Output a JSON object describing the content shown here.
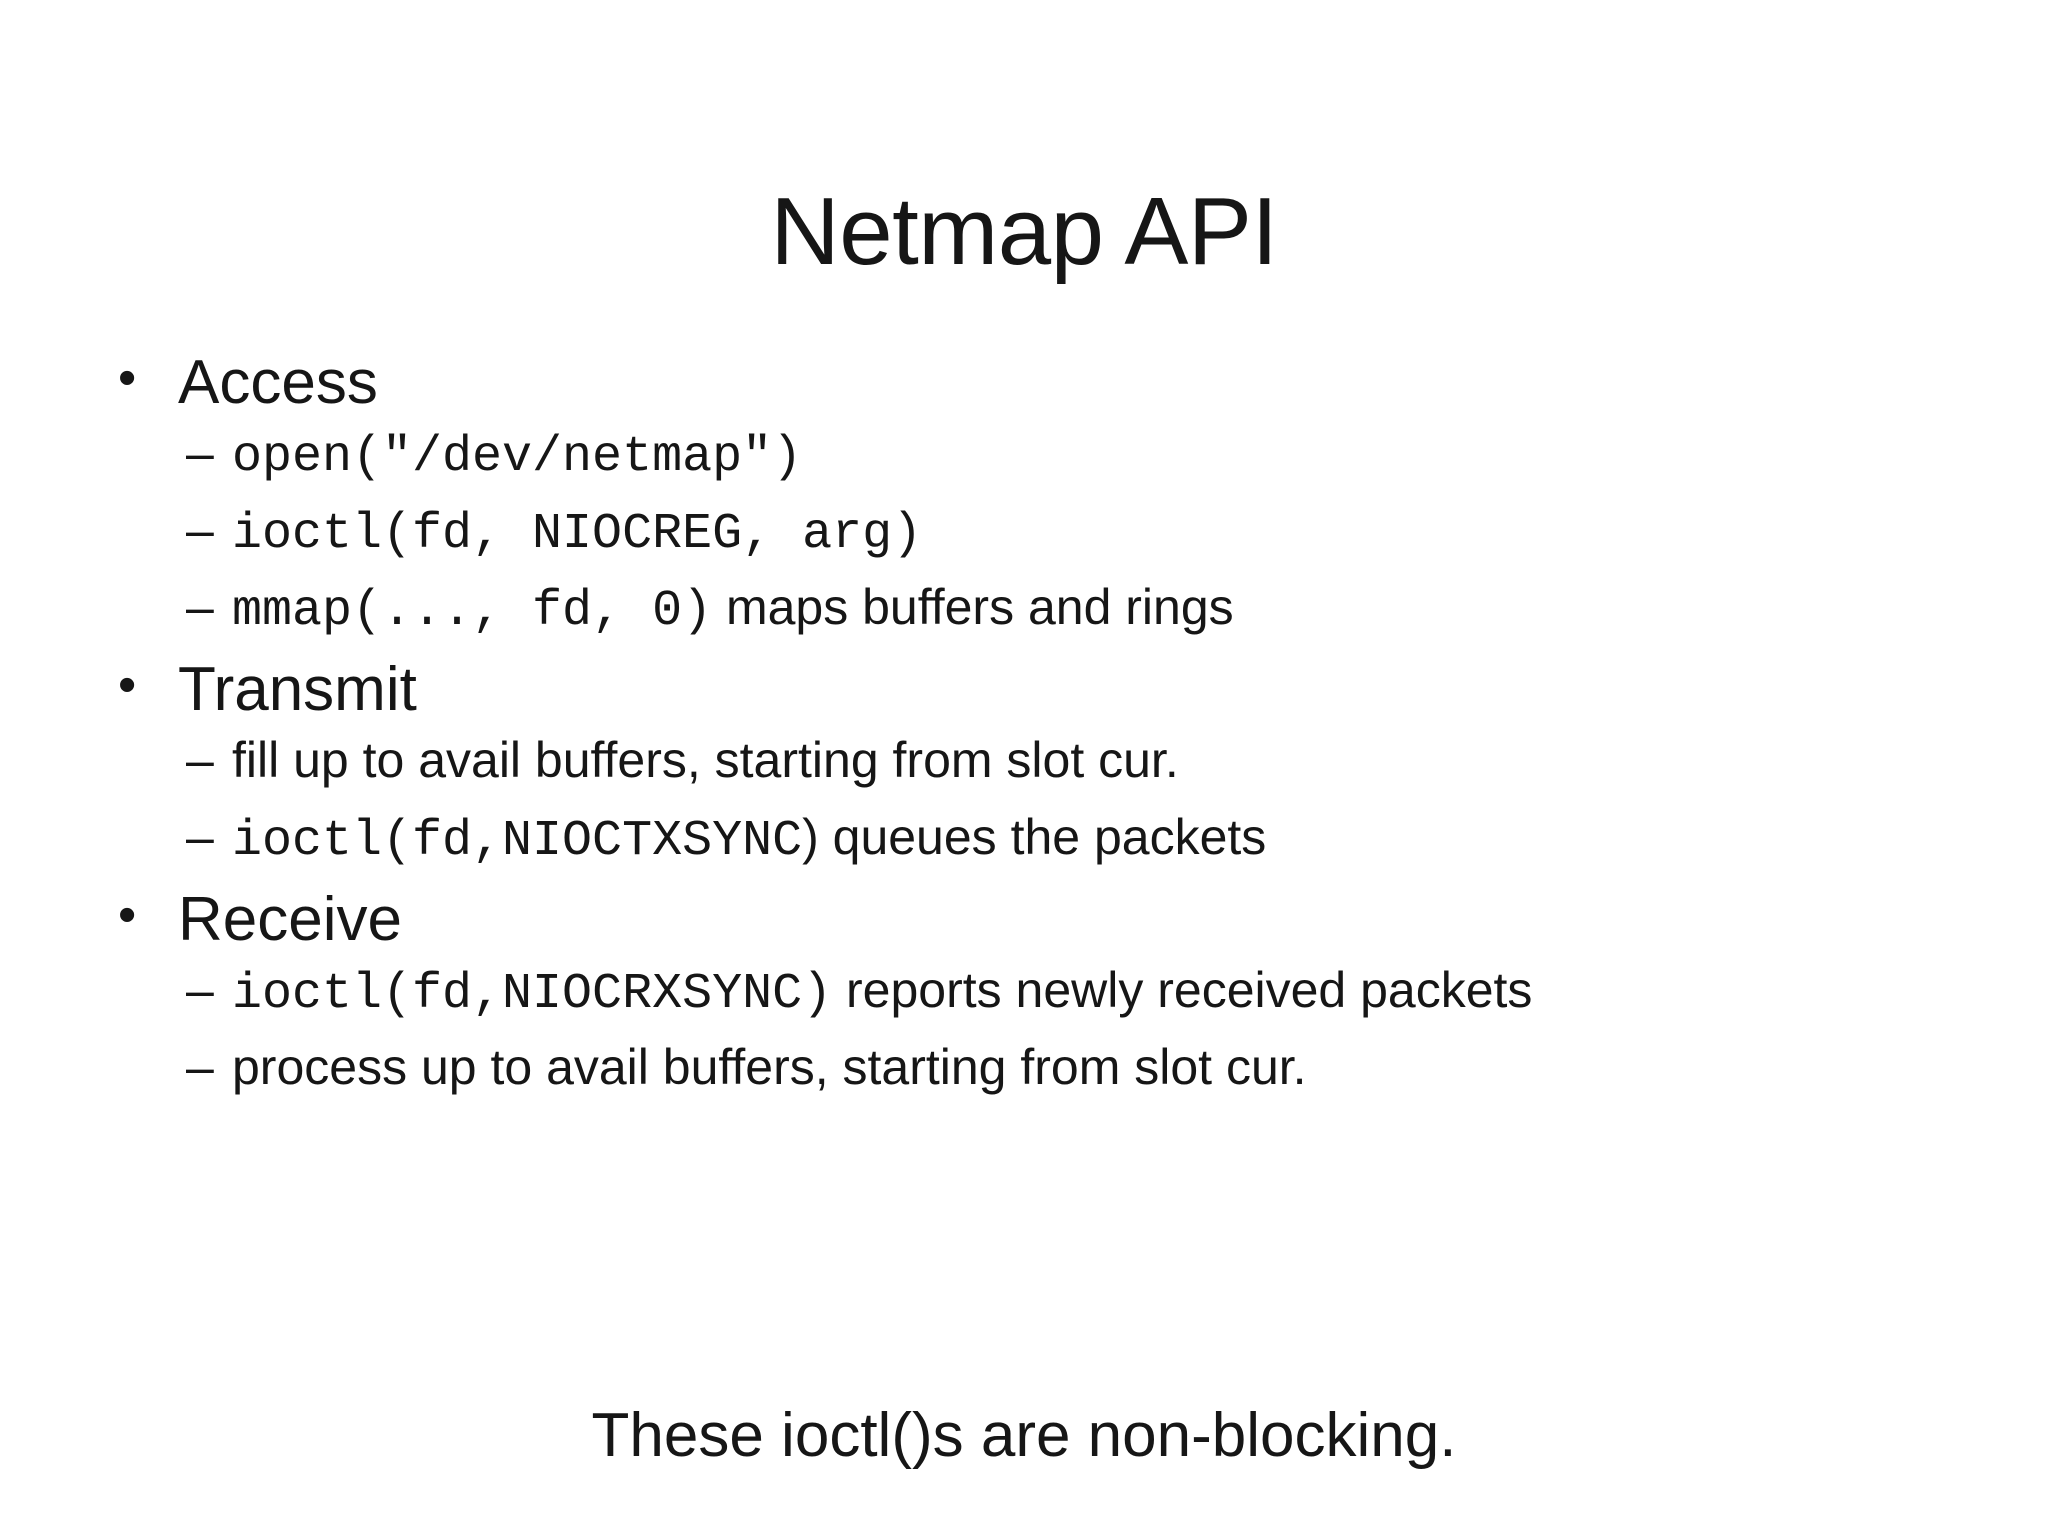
{
  "slide": {
    "title": "Netmap API",
    "bullet_marker": "•",
    "sub_marker": "–",
    "groups": [
      {
        "heading": "Access",
        "items": [
          {
            "mono": "open(\"/dev/netmap\")",
            "text": ""
          },
          {
            "mono": "ioctl(fd, NIOCREG, arg)",
            "text": ""
          },
          {
            "mono": "mmap(..., fd, 0)",
            "text": " maps buffers and rings"
          }
        ]
      },
      {
        "heading": "Transmit",
        "items": [
          {
            "mono": "",
            "text": "fill up to avail buffers, starting from slot cur."
          },
          {
            "mono": "ioctl(fd,NIOCTXSYNC",
            "text": ") queues the packets"
          }
        ]
      },
      {
        "heading": "Receive",
        "items": [
          {
            "mono": "ioctl(fd,NIOCRXSYNC)",
            "text": "  reports newly received packets"
          },
          {
            "mono": "",
            "text": "process up to avail buffers, starting from slot cur."
          }
        ]
      }
    ],
    "footer_note": "These ioctl()s are non-blocking."
  },
  "colors": {
    "background": "#ffffff",
    "text": "#161616"
  }
}
